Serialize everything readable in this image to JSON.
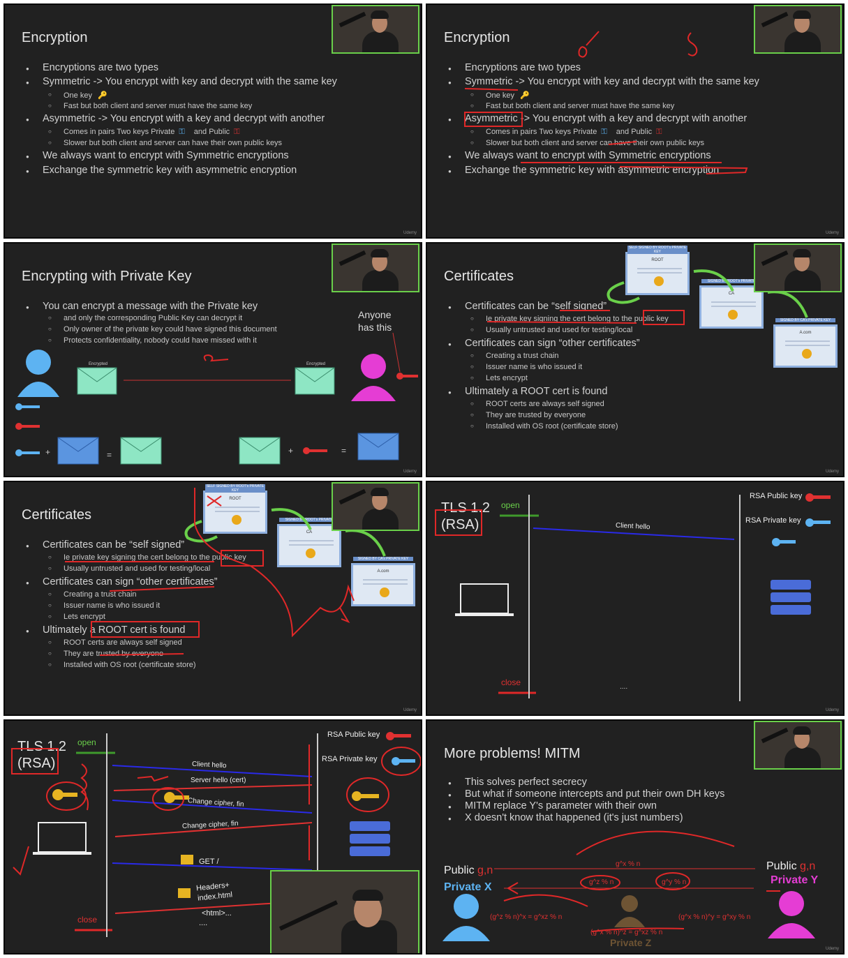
{
  "colors": {
    "panel_bg": "#212121",
    "green": "#6ad04a",
    "red": "#e03131",
    "blue": "#5db3f2",
    "pink": "#e53dd4",
    "ink": "#e02828",
    "line_blue": "#2a2ae8"
  },
  "p1": {
    "title": "Encryption",
    "bullets": [
      "Encryptions are two types",
      "Symmetric -> You encrypt with key and decrypt with the same key",
      "Asymmetric -> You encrypt with a key and decrypt with another",
      "We always want to encrypt with Symmetric encryptions",
      "Exchange the symmetric key with asymmetric encryption"
    ],
    "subs": [
      "One key",
      "Fast but both client and server must have the same key",
      "Comes in pairs Two keys Private",
      "and Public",
      "Slower but both client and server can have their own public keys"
    ]
  },
  "p3": {
    "title": "Encrypting with Private Key",
    "bullet": "You can encrypt a message with the Private key",
    "subs": [
      "and only the corresponding Public Key can decrypt it",
      "Only owner of the private key could have signed this document",
      "Protects confidentiality, nobody could have missed with it"
    ],
    "anyone": "Anyone",
    "has_this": "has this",
    "encrypted": "Encrypted",
    "plus": "+",
    "eq": "="
  },
  "p4": {
    "title": "Certificates",
    "bullets": [
      "Certificates can be “self signed”",
      "Certificates can sign “other certificates”",
      "Ultimately a ROOT cert is found"
    ],
    "subs1": [
      "Ie private key signing the cert belong to the public key",
      "Usually untrusted and used for testing/local"
    ],
    "subs2": [
      "Creating a trust chain",
      "Issuer name is who issued it",
      "Lets encrypt"
    ],
    "subs3": [
      "ROOT certs are always self signed",
      "They are trusted by everyone",
      "Installed with OS root (certificate store)"
    ],
    "certs": [
      {
        "cap": "SELF SIGNED BY ROOT's PRIVATE KEY",
        "name": "ROOT"
      },
      {
        "cap": "SIGNED BY ROOT's PRIVATE",
        "name": "CA"
      },
      {
        "cap": "SIGNED BY CA's PRIVATE KEY",
        "name": "A.com"
      }
    ]
  },
  "p6": {
    "title1": "TLS 1.2",
    "title2": "(RSA)",
    "open": "open",
    "close": "close",
    "pub": "RSA Public key",
    "priv": "RSA Private key",
    "client_hello": "Client hello",
    "dots": "...."
  },
  "p7": {
    "title1": "TLS 1.2",
    "title2": "(RSA)",
    "open": "open",
    "close": "close",
    "pub": "RSA Public key",
    "priv": "RSA Private key",
    "msgs": [
      "Client hello",
      "Server hello (cert)",
      "Change cipher, fin",
      "Change cipher, fin",
      "GET /",
      "Headers+",
      "index.html",
      "<html>...",
      "...."
    ]
  },
  "p8": {
    "title": "More problems! MITM",
    "bullets": [
      "This solves perfect secrecy",
      "But what if someone intercepts and put their own DH keys",
      "MITM replace Y's parameter with their own",
      "X doesn't know that happened (it's just numbers)"
    ],
    "pub": "Public",
    "gn": "g,n",
    "privx": "Private X",
    "privy": "Private Y",
    "privz": "Private Z",
    "gxn": "g^x % n",
    "gzn": "g^z % n",
    "gyn": "g^y % n",
    "eqx": "(g^z % n)^x = g^xz % n",
    "eqy": "(g^x % n)^y = g^xy % n",
    "eqz": "(g^x % n)^z = g^xz % n"
  },
  "udemy": "Udemy"
}
